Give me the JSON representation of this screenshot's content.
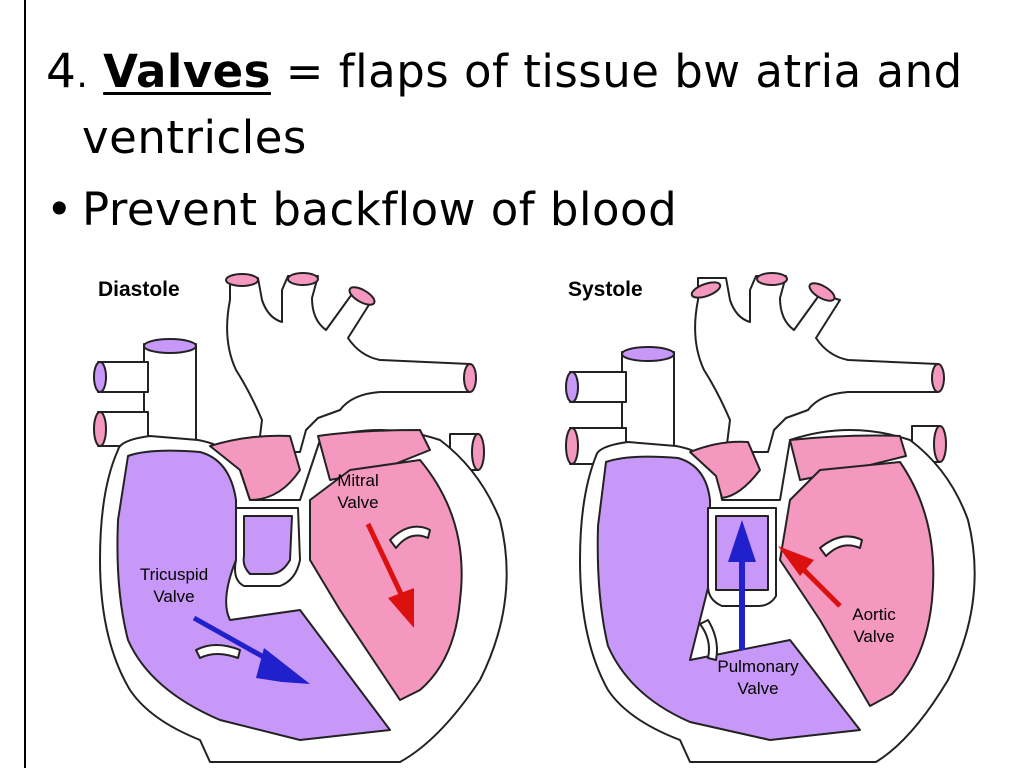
{
  "slide": {
    "point_number": "4",
    "point_number_suffix": ".",
    "term": "Valves",
    "definition_line1": " = flaps of tissue bw atria and",
    "definition_line2": "ventricles",
    "bullet_symbol": "•",
    "bullet_text": "Prevent backflow of blood"
  },
  "diagram": {
    "left": {
      "title": "Diastole",
      "label_mitral_1": "Mitral",
      "label_mitral_2": "Valve",
      "label_tricuspid_1": "Tricuspid",
      "label_tricuspid_2": "Valve"
    },
    "right": {
      "title": "Systole",
      "label_aortic_1": "Aortic",
      "label_aortic_2": "Valve",
      "label_pulmonary_1": "Pulmonary",
      "label_pulmonary_2": "Valve"
    },
    "colors": {
      "purple": "#c898f8",
      "pink": "#f598c0",
      "outline": "#222222",
      "arrow_blue": "#2020cc",
      "arrow_red": "#dd1010"
    }
  }
}
